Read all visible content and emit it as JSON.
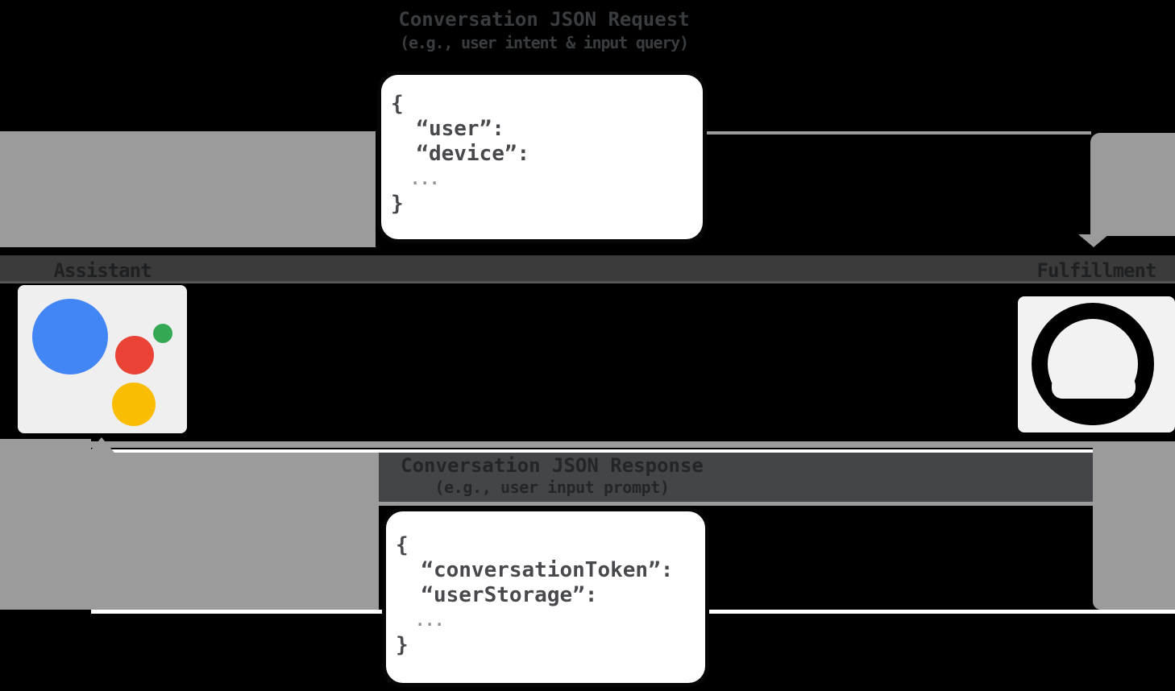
{
  "diagram": {
    "request_flow": {
      "title": "Conversation JSON Request",
      "subtitle": "(e.g., user intent & input query)",
      "direction": "assistant-to-fulfillment",
      "code_lines": [
        "{",
        "  “user”:",
        "  “device”:",
        "  ...",
        "}"
      ]
    },
    "response_flow": {
      "title": "Conversation JSON Response",
      "subtitle": "(e.g., user input prompt)",
      "direction": "fulfillment-to-assistant",
      "code_lines": [
        "{",
        "  “conversationToken”:",
        "  “userStorage”:",
        "  ...",
        "}"
      ]
    },
    "actors": {
      "left": {
        "label": "Assistant",
        "icon": "google-assistant-icon"
      },
      "right": {
        "label": "Fulfillment",
        "icon": "google-cloud-icon"
      }
    },
    "colors": {
      "background": "#000000",
      "arrow_gray": "#9b9b9b",
      "label_band": "#3b3b3b",
      "caption_band": "#434548",
      "bubble_bg": "#ffffff",
      "bubble_border": "#060606",
      "code_text": "#47494c",
      "assistant_blue": "#4285f4",
      "assistant_red": "#ea4335",
      "assistant_green": "#34a853",
      "assistant_yellow": "#fbbc04",
      "cloud_logo": "#000000"
    }
  }
}
